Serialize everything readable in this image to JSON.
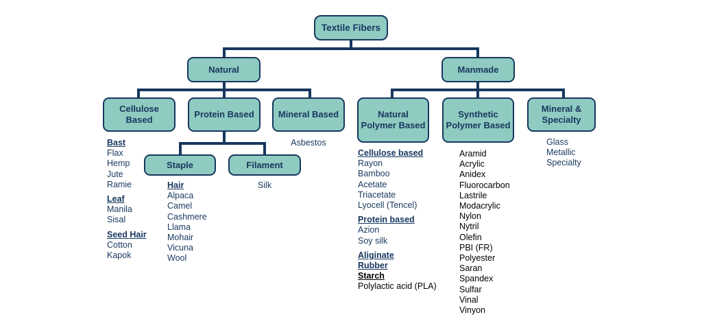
{
  "colors": {
    "box_fill": "#8FCBC1",
    "box_border": "#17375E",
    "connector_line": "#17375E",
    "text_navy": "#17375E",
    "text_black": "#000000",
    "background": "#FFFFFF"
  },
  "nodes": {
    "root": "Textile Fibers",
    "natural": "Natural",
    "manmade": "Manmade",
    "cellulose_based": "Cellulose Based",
    "protein_based": "Protein Based",
    "mineral_based": "Mineral Based",
    "staple": "Staple",
    "filament": "Filament",
    "natural_polymer": "Natural Polymer Based",
    "synthetic_polymer": "Synthetic Polymer Based",
    "mineral_specialty": "Mineral & Specialty"
  },
  "lists": {
    "cellulose": {
      "groups": [
        {
          "header": "Bast",
          "items": [
            "Flax",
            "Hemp",
            "Jute",
            "Ramie"
          ]
        },
        {
          "header": "Leaf",
          "items": [
            "Manila",
            "Sisal"
          ]
        },
        {
          "header": "Seed Hair",
          "items": [
            "Cotton",
            "Kapok"
          ]
        }
      ]
    },
    "staple": {
      "groups": [
        {
          "header": "Hair",
          "items": [
            "Alpaca",
            "Camel",
            "Cashmere",
            "Llama",
            "Mohair",
            "Vicuna",
            "Wool"
          ]
        }
      ]
    },
    "filament": {
      "items": [
        "Silk"
      ]
    },
    "mineral": {
      "items": [
        "Asbestos"
      ]
    },
    "natural_polymer": {
      "groups": [
        {
          "header": "Cellulose based",
          "items": [
            "Rayon",
            "Bamboo",
            "Acetate",
            "Triacetate",
            "Lyocell (Tencel)"
          ]
        },
        {
          "header": "Protein based",
          "items": [
            "Azion",
            "Soy silk"
          ]
        },
        {
          "headers": [
            "Aliginate",
            "Rubber",
            "Starch"
          ],
          "items": [
            "Polylactic acid (PLA)"
          ]
        }
      ]
    },
    "synthetic_polymer": {
      "items": [
        "Aramid",
        "Acrylic",
        "Anidex",
        "Fluorocarbon",
        "Lastrile",
        "Modacrylic",
        "Nylon",
        "Nytril",
        "Olefin",
        "PBI (FR)",
        "Polyester",
        "Saran",
        "Spandex",
        "Sulfar",
        "Vinal",
        "Vinyon"
      ]
    },
    "mineral_specialty": {
      "items": [
        "Glass",
        "Metallic",
        "Specialty"
      ]
    }
  }
}
